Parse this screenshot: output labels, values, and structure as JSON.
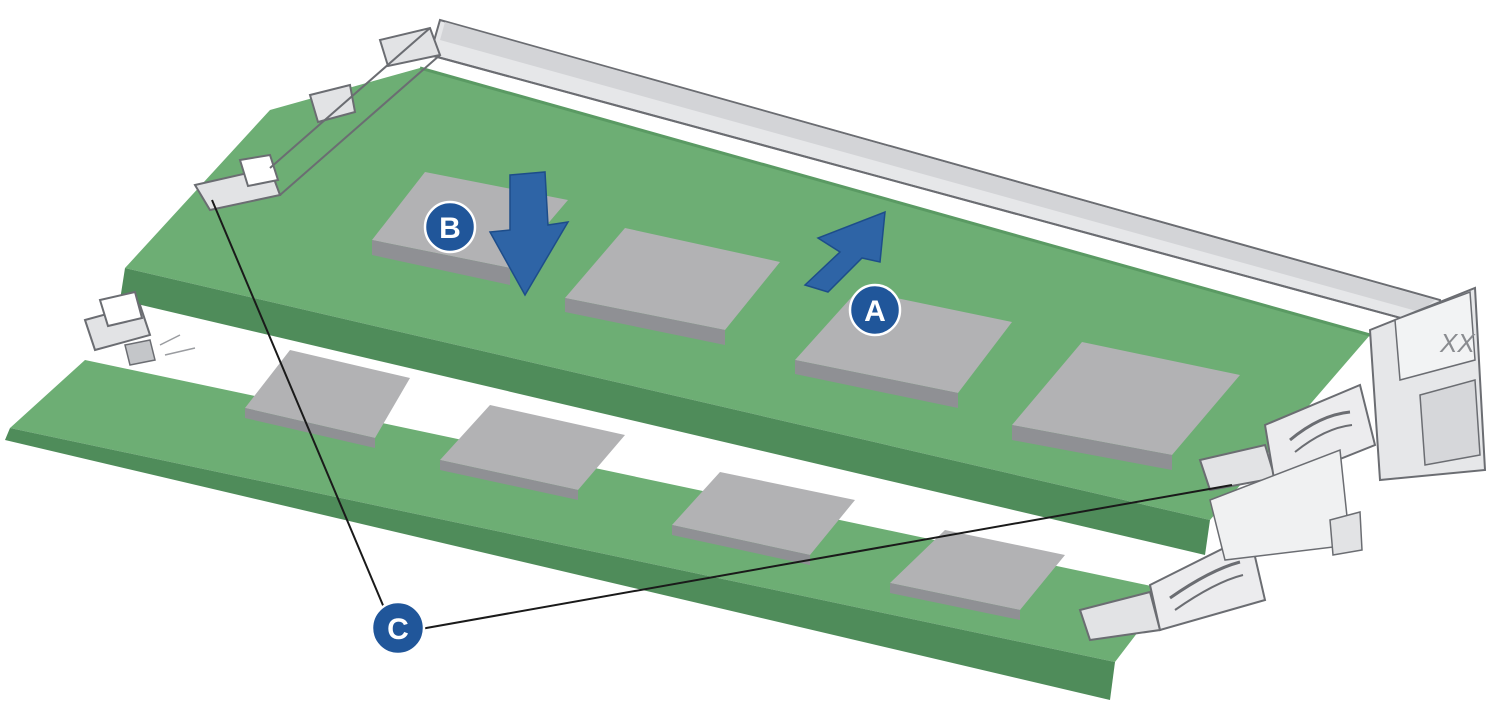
{
  "colors": {
    "pcb": "#6dae74",
    "pcb_edge": "#4f8c5a",
    "pcb_dark": "#5a9a63",
    "chip_top": "#b2b2b4",
    "chip_side": "#8f9094",
    "metal": "#e2e3e5",
    "metal_shade": "#c4c6c9",
    "metal_line": "#6b6d72",
    "arrow": "#2e64a6",
    "callout_fill": "#20569a",
    "leader": "#1a1a1a"
  },
  "callouts": {
    "a": "A",
    "b": "B",
    "c": "C"
  },
  "connector_marking": "XX",
  "icons": {
    "arrow_a": "arrow-up-right-icon",
    "arrow_b": "arrow-down-icon"
  }
}
